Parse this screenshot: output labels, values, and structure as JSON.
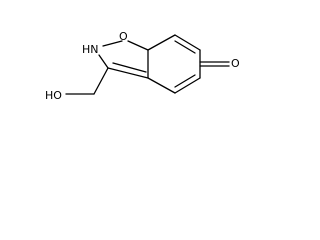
{
  "structure": {
    "atoms": {
      "hydroxyl": "HO",
      "ring_nitrogen": "HN",
      "ring_oxygen": "O",
      "carbonyl_oxygen": "O"
    }
  },
  "colors": {
    "bond": "#000000",
    "background": "#ffffff"
  }
}
